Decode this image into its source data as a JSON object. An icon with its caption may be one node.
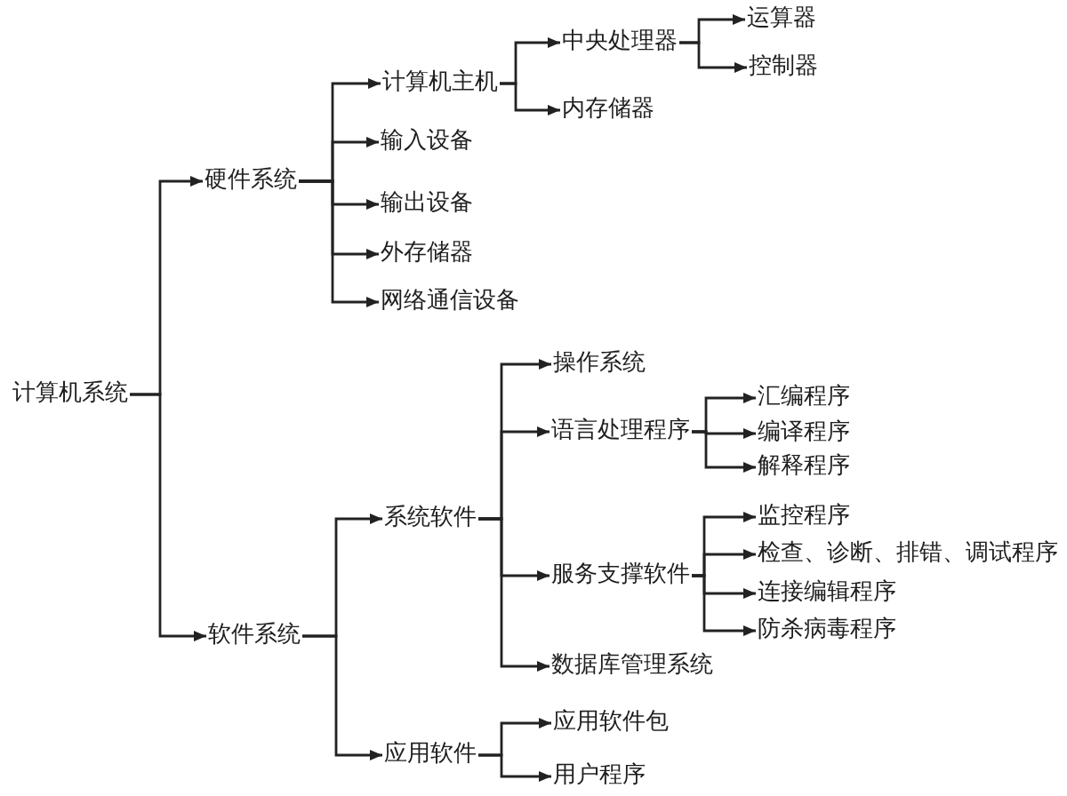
{
  "diagram": {
    "nodes": [
      {
        "text": [
          "计算机系统"
        ]
      },
      {
        "text": [
          "硬件系统"
        ]
      },
      {
        "text": [
          "计算机主机"
        ]
      },
      {
        "text": [
          "中央处理器"
        ]
      },
      {
        "text": [
          "运算器"
        ]
      },
      {
        "text": [
          "控制器"
        ]
      },
      {
        "text": [
          "内存储器"
        ]
      },
      {
        "text": [
          "输入设备"
        ]
      },
      {
        "text": [
          "输出设备"
        ]
      },
      {
        "text": [
          "外存储器"
        ]
      },
      {
        "text": [
          "网络通信设备"
        ]
      },
      {
        "text": [
          "软件系统"
        ]
      },
      {
        "text": [
          "系统软件"
        ]
      },
      {
        "text": [
          "操作系统"
        ]
      },
      {
        "text": [
          "语言处理程序"
        ]
      },
      {
        "text": [
          "汇编程序"
        ]
      },
      {
        "text": [
          "编译程序"
        ]
      },
      {
        "text": [
          "解释程序"
        ]
      },
      {
        "text": [
          "服务支撑软件"
        ]
      },
      {
        "text": [
          "监控程序"
        ]
      },
      {
        "text": [
          "检查、诊断、排错、调试程序"
        ]
      },
      {
        "text": [
          "连接编辑程序"
        ]
      },
      {
        "text": [
          "防杀病毒程序"
        ]
      },
      {
        "text": [
          "数据库管理系统"
        ]
      },
      {
        "text": [
          "应用软件"
        ]
      },
      {
        "text": [
          "应用软件包"
        ]
      },
      {
        "text": [
          "用户程序"
        ]
      }
    ],
    "edges": [
      {
        "from": 0,
        "to": 1,
        "arrow": "to"
      },
      {
        "from": 0,
        "to": 11,
        "arrow": "to"
      },
      {
        "from": 1,
        "to": 2,
        "arrow": "to"
      },
      {
        "from": 1,
        "to": 7,
        "arrow": "to"
      },
      {
        "from": 1,
        "to": 8,
        "arrow": "to"
      },
      {
        "from": 1,
        "to": 9,
        "arrow": "to"
      },
      {
        "from": 1,
        "to": 10,
        "arrow": "to"
      },
      {
        "from": 2,
        "to": 3,
        "arrow": "to"
      },
      {
        "from": 2,
        "to": 6,
        "arrow": "to"
      },
      {
        "from": 3,
        "to": 4,
        "arrow": "to"
      },
      {
        "from": 3,
        "to": 5,
        "arrow": "to"
      },
      {
        "from": 11,
        "to": 12,
        "arrow": "to"
      },
      {
        "from": 11,
        "to": 24,
        "arrow": "to"
      },
      {
        "from": 12,
        "to": 13,
        "arrow": "to"
      },
      {
        "from": 12,
        "to": 14,
        "arrow": "to"
      },
      {
        "from": 12,
        "to": 18,
        "arrow": "to"
      },
      {
        "from": 12,
        "to": 23,
        "arrow": "to"
      },
      {
        "from": 14,
        "to": 15,
        "arrow": "to"
      },
      {
        "from": 14,
        "to": 16,
        "arrow": "to"
      },
      {
        "from": 14,
        "to": 17,
        "arrow": "to"
      },
      {
        "from": 18,
        "to": 19,
        "arrow": "to"
      },
      {
        "from": 18,
        "to": 20,
        "arrow": "to"
      },
      {
        "from": 18,
        "to": 21,
        "arrow": "to"
      },
      {
        "from": 18,
        "to": 22,
        "arrow": "to"
      },
      {
        "from": 24,
        "to": 25,
        "arrow": "to"
      },
      {
        "from": 24,
        "to": 26,
        "arrow": "to"
      }
    ]
  }
}
